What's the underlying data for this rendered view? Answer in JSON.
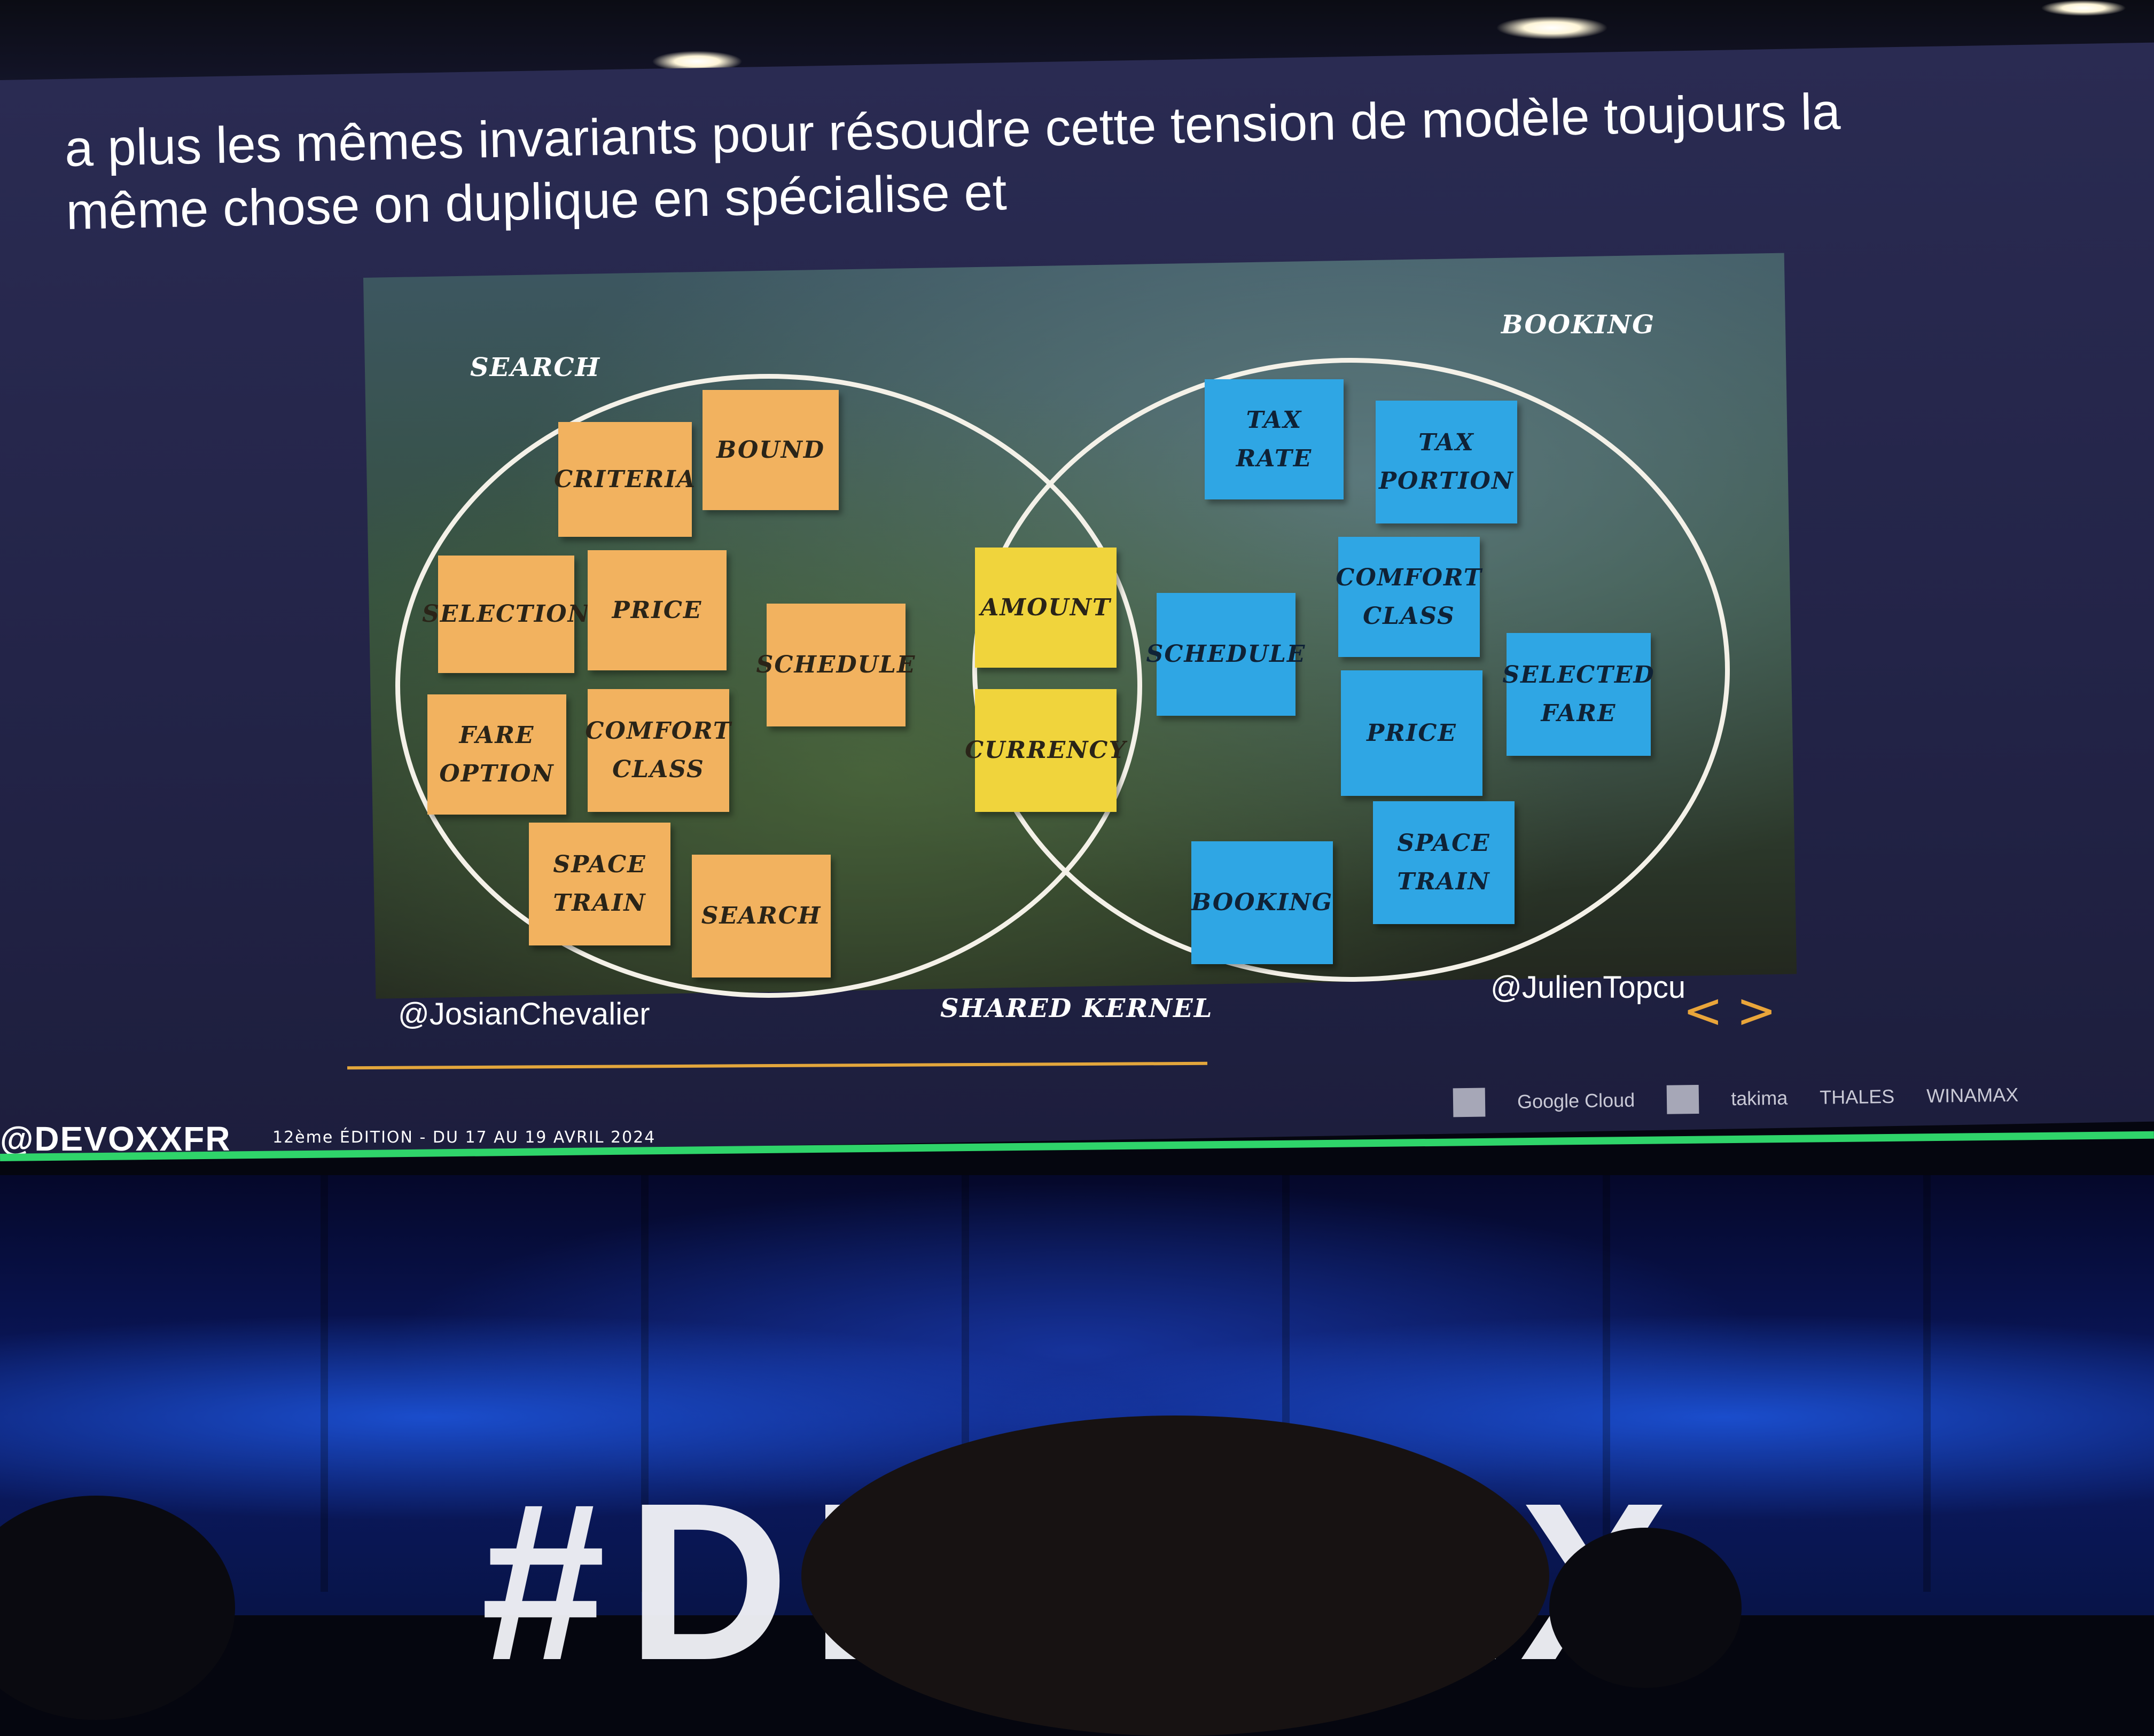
{
  "slide": {
    "caption": "a plus les mêmes invariants pour résoudre cette tension de modèle toujours la même chose on duplique en spécialise et",
    "left_context": "Search",
    "right_context": "Booking",
    "shared_label": "Shared Kernel",
    "left_handle": "@JosianChevalier",
    "right_handle": "@JulienTopcu",
    "nav_prev": "<",
    "nav_next": ">",
    "search_notes": [
      "Criteria",
      "Bound",
      "Selection",
      "Price",
      "Schedule",
      "Fare\nOption",
      "Comfort\nClass",
      "Space\nTrain",
      "Search"
    ],
    "shared_notes": [
      "Amount",
      "Currency"
    ],
    "booking_notes": [
      "Tax\nRate",
      "Tax\nPortion",
      "Comfort\nClass",
      "Schedule",
      "Selected\nFare",
      "Price",
      "Space\nTrain",
      "Booking"
    ]
  },
  "footer": {
    "brand": "@DEVOXXFR",
    "edition": "12ème ÉDITION - DU 17 AU 19 AVRIL 2024",
    "sponsors": [
      "Google Cloud",
      "takima",
      "THALES",
      "WINAMAX"
    ]
  },
  "stage": {
    "hashtag": "#DEVOXX"
  },
  "colors": {
    "search_note": "#f2b25f",
    "shared_note": "#f0d43c",
    "booking_note": "#2fa6e4",
    "accent_line": "#e3a63c",
    "footer_line": "#2fd46a"
  }
}
